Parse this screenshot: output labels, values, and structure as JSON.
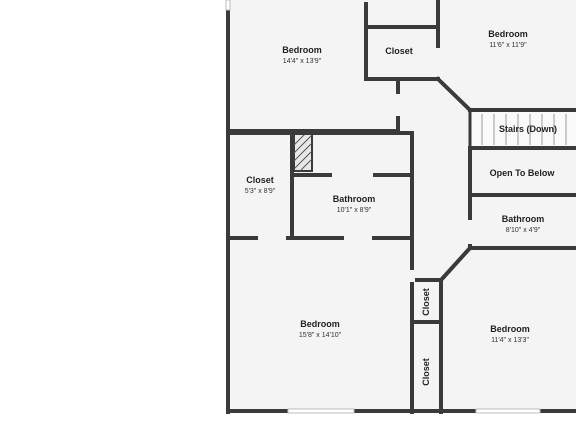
{
  "rooms": {
    "bedroom_top_left": {
      "name": "Bedroom",
      "dims": "14'4\" x 13'9\""
    },
    "closet_top": {
      "name": "Closet"
    },
    "bedroom_top_right": {
      "name": "Bedroom",
      "dims": "11'6\" x 11'9\""
    },
    "stairs": {
      "name": "Stairs (Down)"
    },
    "open_to_below": {
      "name": "Open To Below"
    },
    "closet_left": {
      "name": "Closet",
      "dims": "5'3\" x 8'9\""
    },
    "bathroom_center": {
      "name": "Bathroom",
      "dims": "10'1\" x 8'9\""
    },
    "bathroom_right": {
      "name": "Bathroom",
      "dims": "8'10\" x 4'9\""
    },
    "bedroom_bottom_left": {
      "name": "Bedroom",
      "dims": "15'8\" x 14'10\""
    },
    "closet_mid_vertical": {
      "name": "Closet"
    },
    "closet_low_vertical": {
      "name": "Closet"
    },
    "bedroom_bottom_right": {
      "name": "Bedroom",
      "dims": "11'4\" x 13'3\""
    }
  },
  "colors": {
    "wall": "#3a3a3a",
    "floor": "#f4f4f4",
    "background": "#ffffff"
  }
}
